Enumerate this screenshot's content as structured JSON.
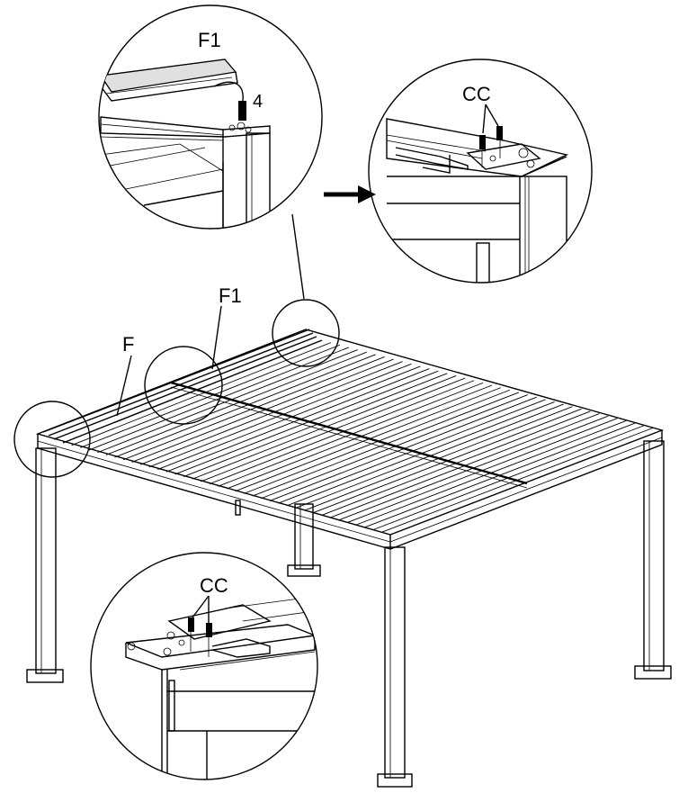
{
  "labels": {
    "top_detail_part": "F1",
    "top_detail_number": "4",
    "right_detail_screws": "CC",
    "main_part_f1": "F1",
    "main_part_f": "F",
    "bottom_detail_screws": "CC"
  },
  "colors": {
    "line": "#000000",
    "background": "#ffffff",
    "shade": "#d9d9d9"
  },
  "icons": {
    "arrow": "right-arrow-icon"
  }
}
